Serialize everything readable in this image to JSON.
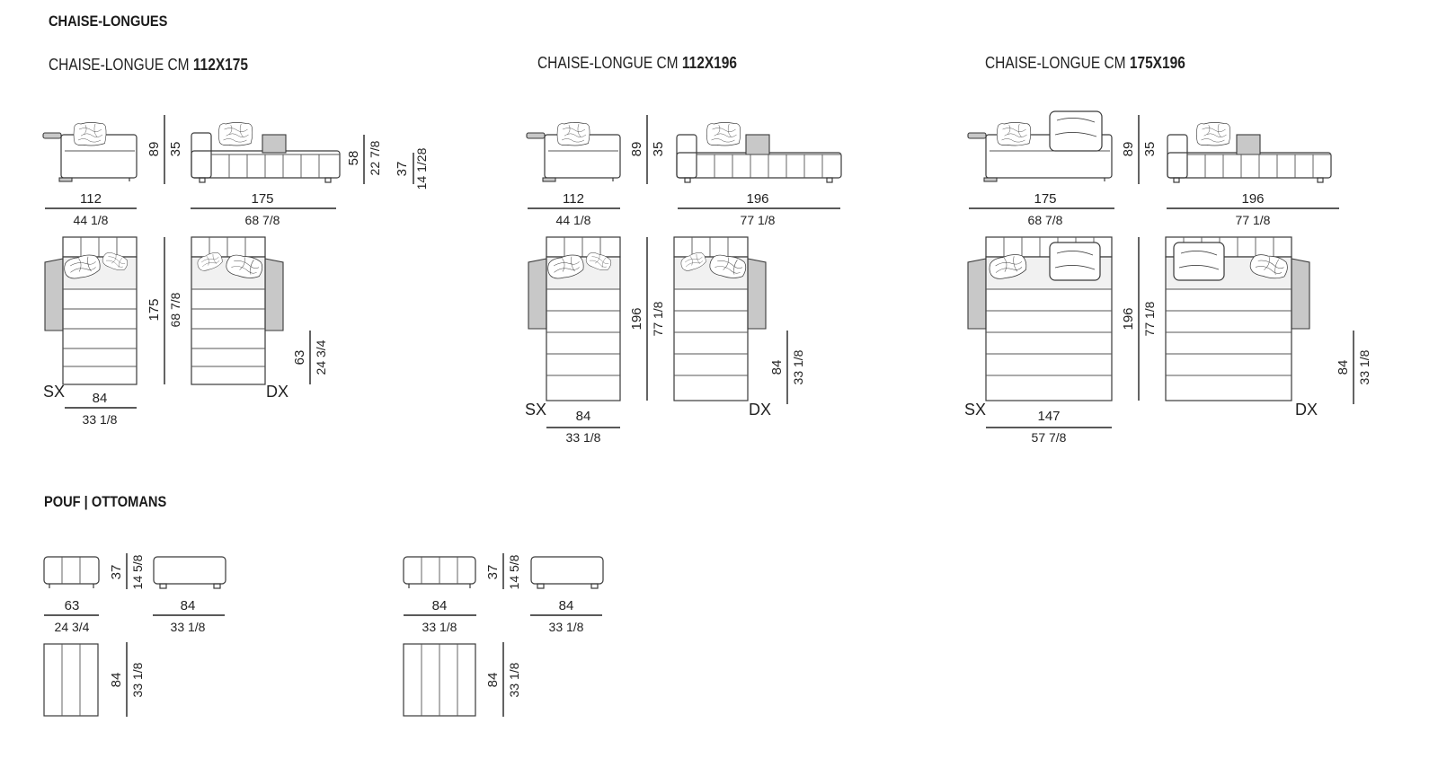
{
  "sections": {
    "chaise_title": "CHAISE-LONGUES",
    "pouf_title": "POUF | OTTOMANS"
  },
  "chaise": [
    {
      "prefix": "CHAISE-LONGUE CM ",
      "size": "112X175",
      "front_sx_width_cm": "112",
      "front_sx_width_in": "44 1/8",
      "front_dx_width_cm": "175",
      "front_dx_width_in": "68 7/8",
      "height_cm": "89",
      "seat_cm": "35",
      "arm_cm": "58",
      "arm_in": "22 7/8",
      "seat2_cm": "37",
      "seat2_in": "14 1/28",
      "depth_cm": "175",
      "depth_in": "68 7/8",
      "arm_depth_cm": "63",
      "arm_depth_in": "24 3/4",
      "plan_width_cm": "84",
      "plan_width_in": "33 1/8",
      "sx": "SX",
      "dx": "DX"
    },
    {
      "prefix": "CHAISE-LONGUE CM ",
      "size": "112X196",
      "front_sx_width_cm": "112",
      "front_sx_width_in": "44 1/8",
      "front_dx_width_cm": "196",
      "front_dx_width_in": "77 1/8",
      "height_cm": "89",
      "seat_cm": "35",
      "depth_cm": "196",
      "depth_in": "77 1/8",
      "arm_depth_cm": "84",
      "arm_depth_in": "33 1/8",
      "plan_width_cm": "84",
      "plan_width_in": "33 1/8",
      "sx": "SX",
      "dx": "DX"
    },
    {
      "prefix": "CHAISE-LONGUE CM ",
      "size": "175X196",
      "front_sx_width_cm": "175",
      "front_sx_width_in": "68 7/8",
      "front_dx_width_cm": "196",
      "front_dx_width_in": "77 1/8",
      "height_cm": "89",
      "seat_cm": "35",
      "depth_cm": "196",
      "depth_in": "77 1/8",
      "arm_depth_cm": "84",
      "arm_depth_in": "33 1/8",
      "plan_width_cm": "147",
      "plan_width_in": "57 7/8",
      "sx": "SX",
      "dx": "DX"
    }
  ],
  "pouf": [
    {
      "height_cm": "37",
      "height_in": "14 5/8",
      "front_width_cm": "63",
      "front_width_in": "24 3/4",
      "side_width_cm": "84",
      "side_width_in": "33 1/8",
      "depth_cm": "84",
      "depth_in": "33 1/8"
    },
    {
      "height_cm": "37",
      "height_in": "14 5/8",
      "front_width_cm": "84",
      "front_width_in": "33 1/8",
      "side_width_cm": "84",
      "side_width_in": "33 1/8",
      "depth_cm": "84",
      "depth_in": "33 1/8"
    }
  ]
}
